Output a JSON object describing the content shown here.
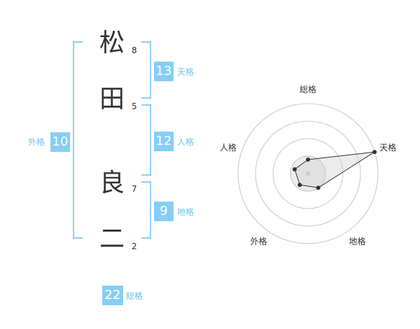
{
  "name": {
    "chars": [
      {
        "char": "松",
        "strokes": "8"
      },
      {
        "char": "田",
        "strokes": "5"
      },
      {
        "char": "良",
        "strokes": "7"
      },
      {
        "char": "二",
        "strokes": "2"
      }
    ]
  },
  "kakusu": {
    "tenkaku": {
      "label": "天格",
      "value": "13"
    },
    "jinkaku": {
      "label": "人格",
      "value": "12"
    },
    "chikaku": {
      "label": "地格",
      "value": "9"
    },
    "gaikaku": {
      "label": "外格",
      "value": "10"
    },
    "soukaku": {
      "label": "総格",
      "value": "22"
    }
  },
  "colors": {
    "accent": "#87cef5",
    "bracket": "#8fcff5",
    "accent_text": "#6ec3f0",
    "text": "#333333"
  },
  "chart_data": {
    "type": "radar",
    "axes": [
      "総格",
      "天格",
      "地格",
      "外格",
      "人格"
    ],
    "values": [
      0.2,
      1.0,
      0.25,
      0.2,
      0.2
    ],
    "rings": 4
  }
}
